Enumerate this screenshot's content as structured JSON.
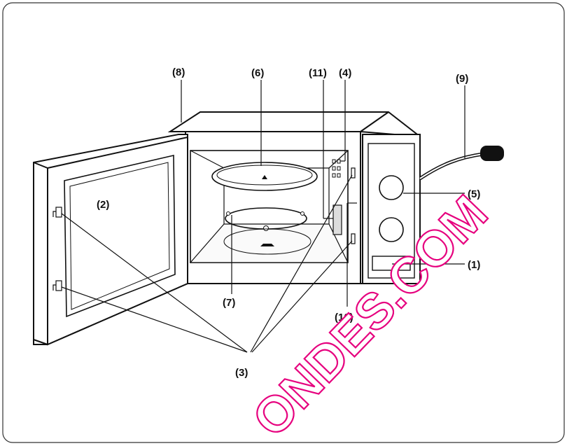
{
  "labels": {
    "l1": "(1)",
    "l2": "(2)",
    "l3": "(3)",
    "l4": "(4)",
    "l5": "(5)",
    "l6": "(6)",
    "l7": "(7)",
    "l8": "(8)",
    "l9": "(9)",
    "l10": "(10)",
    "l11": "(11)"
  },
  "watermark": "ONDES.COM",
  "colors": {
    "line": "#111111",
    "watermark": "#e6007e",
    "background": "#ffffff"
  }
}
